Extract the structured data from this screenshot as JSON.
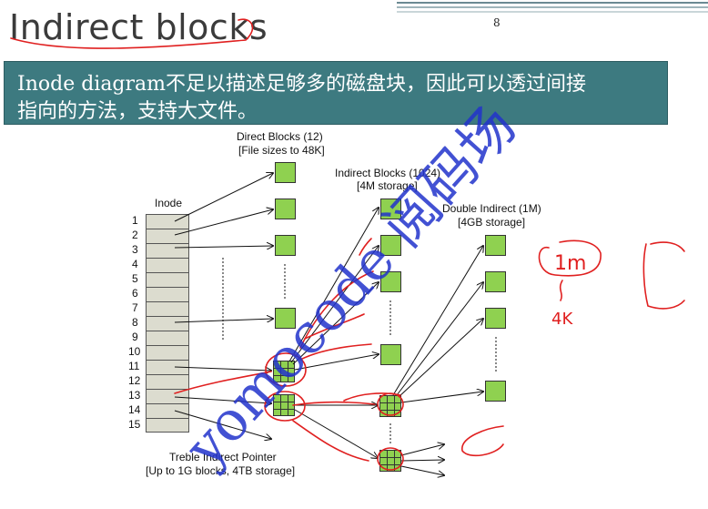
{
  "title": "Indirect blocks",
  "page_number": "8",
  "banner": {
    "line1": "Inode diagram不足以描述足够多的磁盘块，因此可以透过间接",
    "line2": "指向的方法，支持大文件。"
  },
  "diagram": {
    "inode_label": "Inode",
    "inode_rows": [
      "1",
      "2",
      "3",
      "4",
      "5",
      "6",
      "7",
      "8",
      "9",
      "10",
      "11",
      "12",
      "13",
      "14",
      "15"
    ],
    "direct_label_1": "Direct Blocks (12)",
    "direct_label_2": "[File sizes to 48K]",
    "indirect_label_1": "Indirect Blocks (1024)",
    "indirect_label_2": "[4M storage]",
    "double_label_1": "Double Indirect (1M)",
    "double_label_2": "[4GB storage]",
    "treble_label_1": "Treble Indirect Pointer",
    "treble_label_2": "[Up to 1G blocks, 4TB storage]"
  },
  "handwriting": {
    "note_1m": "1m",
    "note_4k": "4K"
  },
  "watermark": "yomocode 阅码场",
  "colors": {
    "banner_bg": "#3d7a80",
    "block_green": "#8fd150",
    "inode_fill": "#dcdccf",
    "annotation_red": "#e02020",
    "watermark_blue": "#2233cc"
  }
}
